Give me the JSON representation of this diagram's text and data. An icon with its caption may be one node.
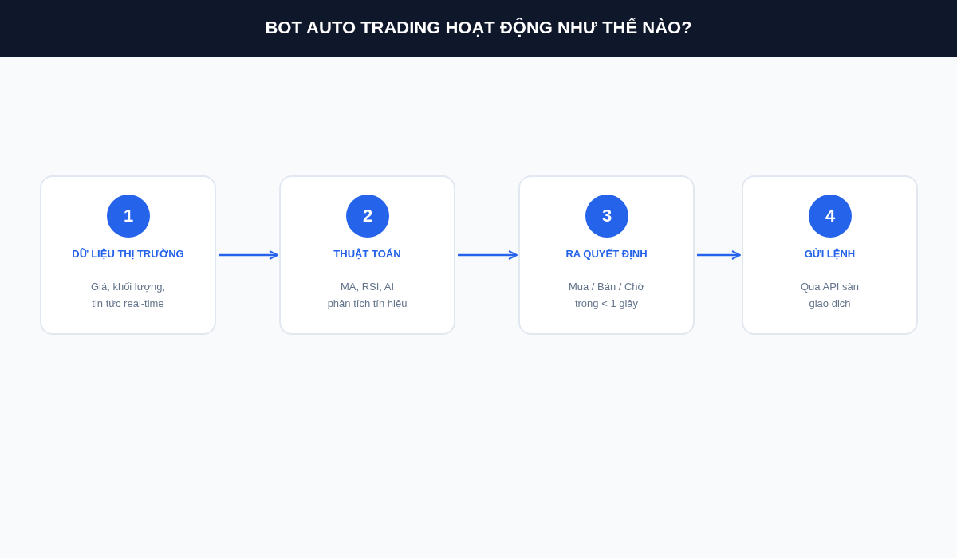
{
  "diagram": {
    "title": "BOT AUTO TRADING HOẠT ĐỘNG NHƯ THẾ NÀO?",
    "nodes": [
      {
        "text": [
          "DỮ LIỆU THỊ TRƯỜNG",
          "Giá, khối lượng, tin tức real-time"
        ]
      },
      {
        "text": [
          "1"
        ],
        "in": 0
      },
      {
        "text": [
          "THUẬT TOÁN",
          "MA, RSI, AI phân tích tín hiệu"
        ]
      },
      {
        "text": [
          "2"
        ],
        "in": 2
      },
      {
        "text": [
          "RA QUYẾT ĐỊNH",
          "Mua / Bán / Chờ trong < 1 giây"
        ]
      },
      {
        "text": [
          "3"
        ],
        "in": 4
      },
      {
        "text": [
          "GỬI LỆNH",
          "Qua API sàn giao dịch"
        ]
      },
      {
        "text": [
          "4"
        ],
        "in": 6
      }
    ],
    "edges": [
      {
        "from": 0,
        "to": 2,
        "arrow": "to"
      },
      {
        "from": 2,
        "to": 4,
        "arrow": "to"
      },
      {
        "from": 4,
        "to": 6,
        "arrow": "to"
      }
    ]
  }
}
